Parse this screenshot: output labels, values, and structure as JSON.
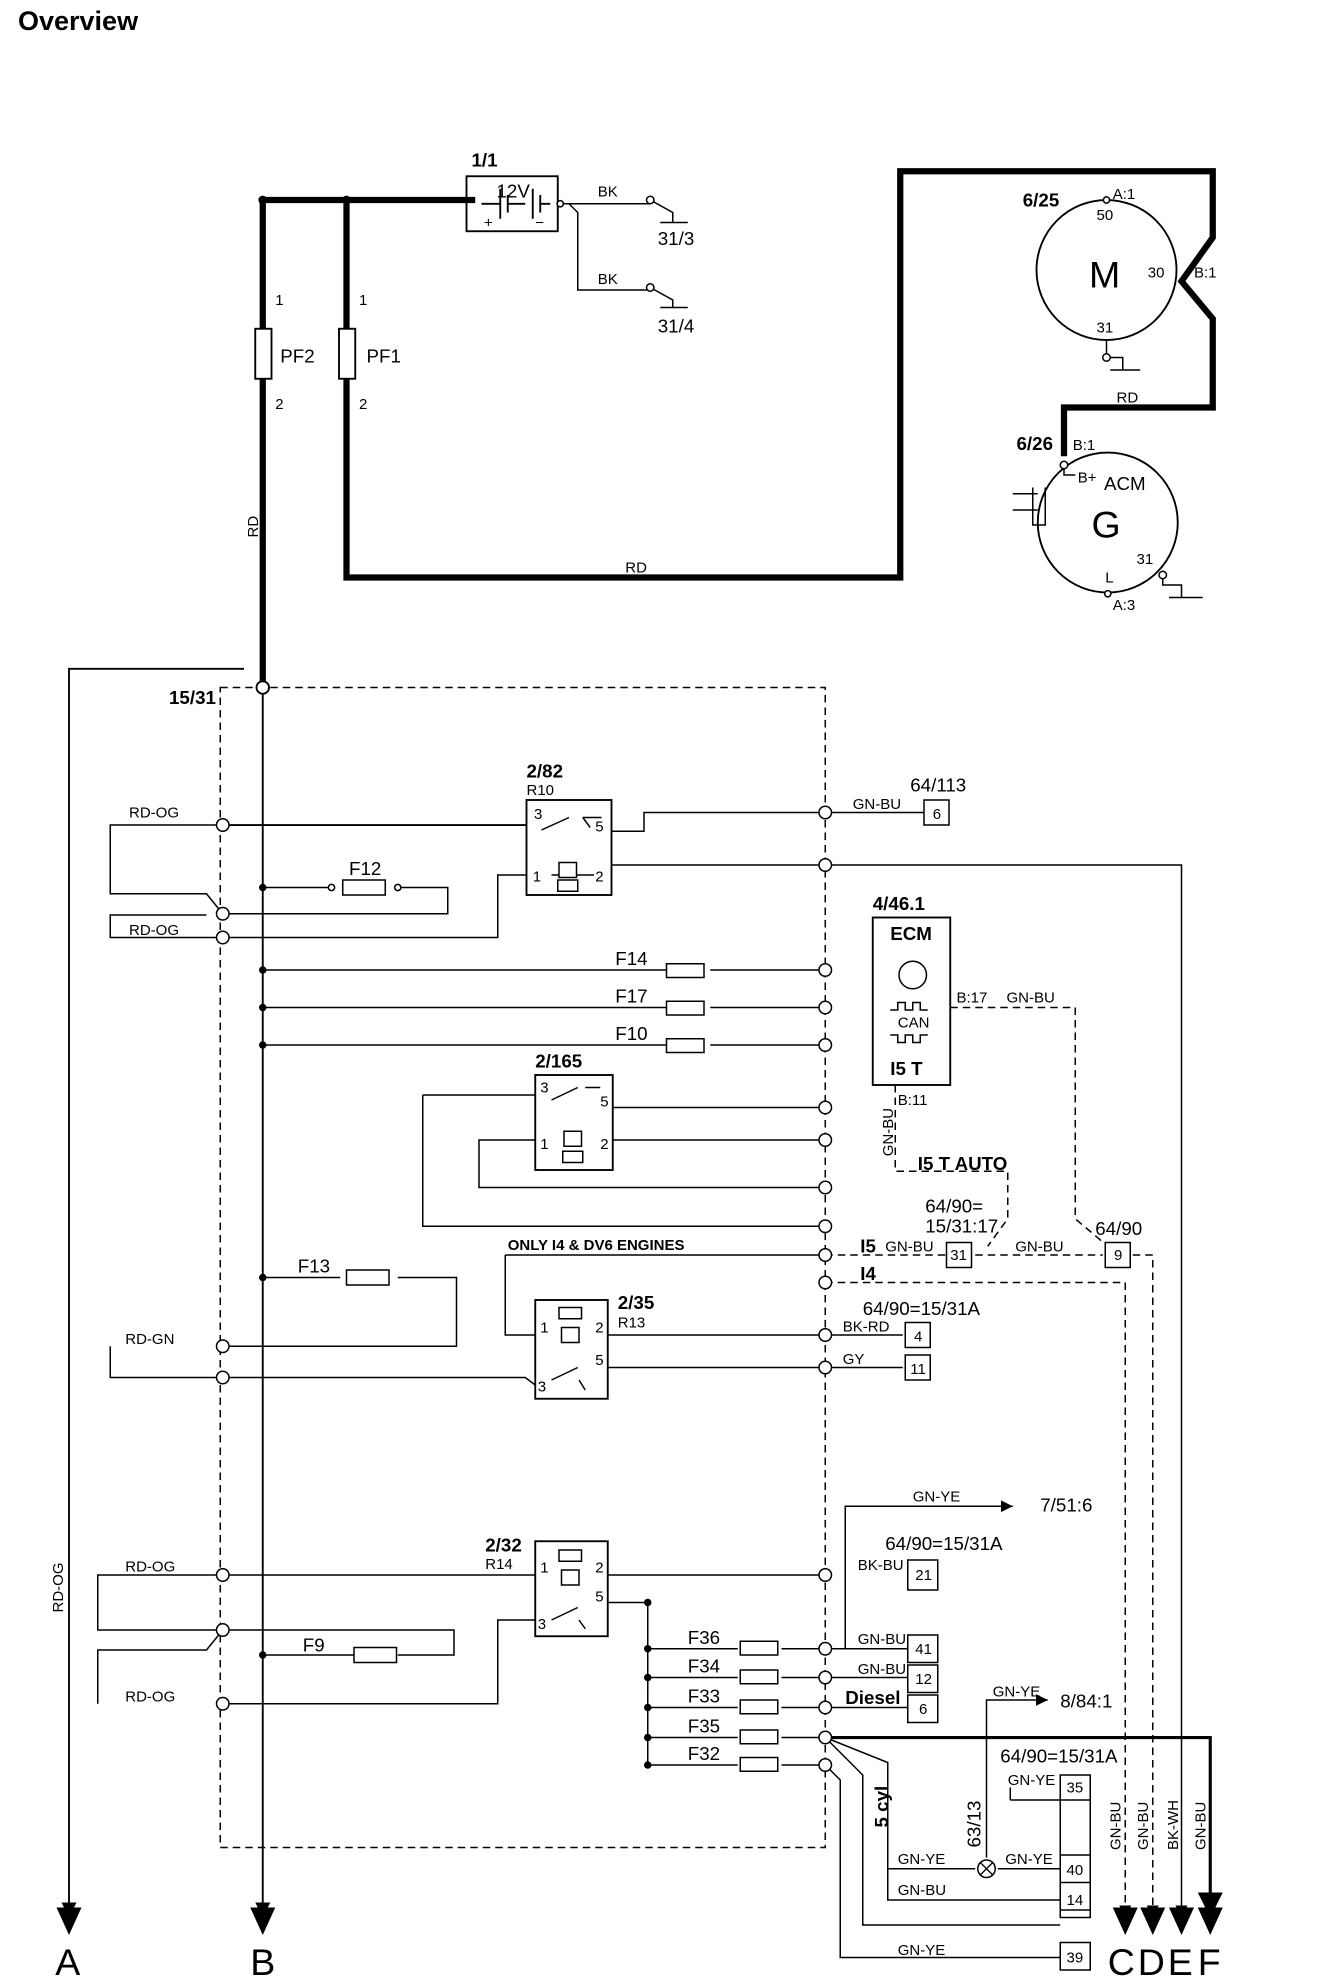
{
  "title": "Overview",
  "battery": {
    "ref": "1/1",
    "voltage": "12V",
    "plus": "+",
    "minus": "−"
  },
  "grounds": {
    "g1": "31/3",
    "g2": "31/4"
  },
  "fuses_main": [
    {
      "name": "PF2",
      "pin_in": "1",
      "pin_out": "2"
    },
    {
      "name": "PF1",
      "pin_in": "1",
      "pin_out": "2"
    }
  ],
  "starter": {
    "ref": "6/25",
    "symbol": "M",
    "p50": "50",
    "pa1": "A:1",
    "p30": "30",
    "pb1": "B:1",
    "p31": "31"
  },
  "alternator": {
    "ref": "6/26",
    "symbol": "G",
    "acm": "ACM",
    "pb1": "B:1",
    "bplus": "B+",
    "p31": "31",
    "pl": "L",
    "pa3": "A:3"
  },
  "box_ref": "15/31",
  "relays": [
    {
      "ref": "2/82",
      "sub": "R10"
    },
    {
      "ref": "2/165",
      "sub": ""
    },
    {
      "ref": "2/35",
      "sub": "R13"
    },
    {
      "ref": "2/32",
      "sub": "R14"
    }
  ],
  "relay_pins": {
    "p1": "1",
    "p2": "2",
    "p3": "3",
    "p5": "5"
  },
  "fuses": [
    "F12",
    "F14",
    "F17",
    "F10",
    "F13",
    "F9",
    "F36",
    "F34",
    "F33",
    "F35",
    "F32"
  ],
  "ecm": {
    "ref": "4/46.1",
    "name": "ECM",
    "can": "CAN",
    "variant": "I5 T",
    "pin_b17": "B:17",
    "pin_b11": "B:11"
  },
  "connectors": {
    "c64_113": {
      "ref": "64/113",
      "pin": "6"
    },
    "c64_90_i5": {
      "ref_line1": "64/90=",
      "ref_line2": "15/31:17",
      "pin": "31"
    },
    "c64_90_9": {
      "ref": "64/90",
      "pin": "9"
    },
    "c64_90_a": {
      "ref": "64/90=15/31A",
      "pins": [
        "4",
        "11"
      ]
    },
    "c64_90_b": {
      "ref": "64/90=15/31A",
      "pins": [
        "21",
        "41",
        "12",
        "6"
      ]
    },
    "c64_90_c": {
      "ref": "64/90=15/31A",
      "pins": [
        "35",
        "40",
        "14",
        "39"
      ]
    }
  },
  "notes": {
    "i5t_auto": "I5 T AUTO",
    "only_i4": "ONLY I4 & DV6 ENGINES",
    "i5": "I5",
    "i4": "I4",
    "diesel": "Diesel",
    "five_cyl": "5 cyl",
    "splice": "63/13",
    "ref_751": "7/51:6",
    "ref_884": "8/84:1"
  },
  "wires": {
    "bk": "BK",
    "rd": "RD",
    "rd_og": "RD-OG",
    "rd_gn": "RD-GN",
    "gn_bu": "GN-BU",
    "gn_ye": "GN-YE",
    "bk_rd": "BK-RD",
    "gy": "GY",
    "bk_bu": "BK-BU",
    "bk_wh": "BK-WH"
  },
  "outputs": [
    "A",
    "B",
    "C",
    "D",
    "E",
    "F"
  ]
}
